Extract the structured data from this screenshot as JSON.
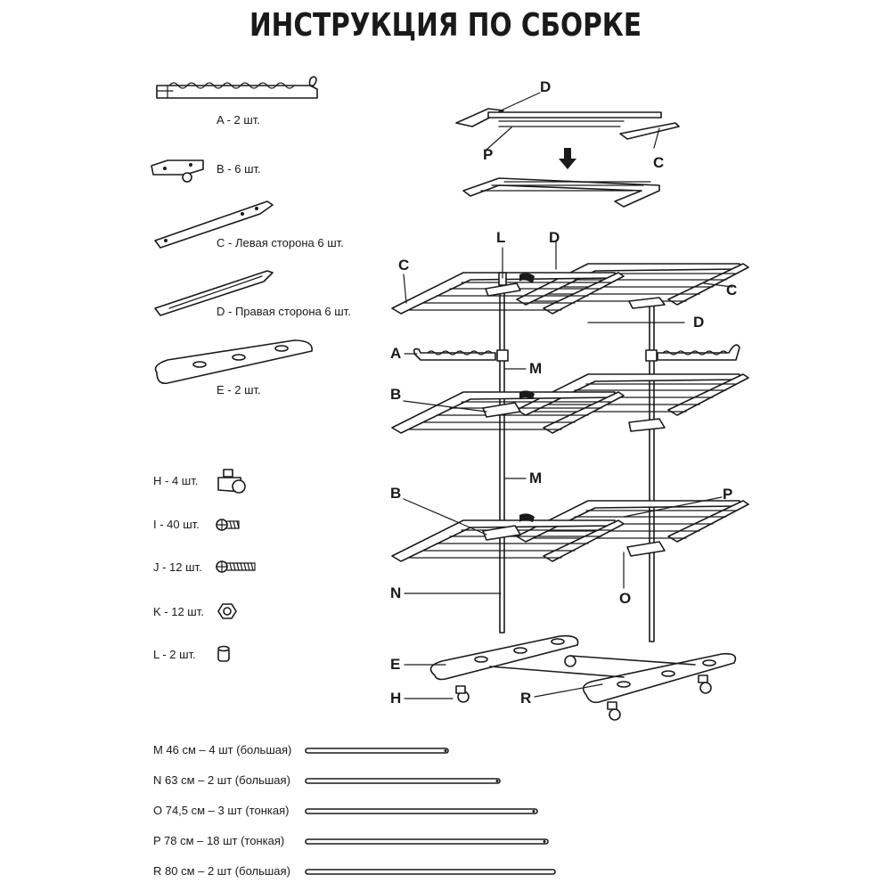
{
  "title": "ИНСТРУКЦИЯ ПО СБОРКЕ",
  "parts": [
    {
      "label": "A - 2 шт."
    },
    {
      "label": "B - 6 шт."
    },
    {
      "label": "C - Левая сторона 6 шт."
    },
    {
      "label": "D - Правая сторона 6 шт."
    },
    {
      "label": "E - 2 шт."
    }
  ],
  "hardware": [
    {
      "label": "H - 4 шт.",
      "icon": "caster-wheel-icon"
    },
    {
      "label": "I - 40 шт.",
      "icon": "short-screw-icon"
    },
    {
      "label": "J - 12 шт.",
      "icon": "long-screw-icon"
    },
    {
      "label": "K - 12 шт.",
      "icon": "hex-nut-icon"
    },
    {
      "label": "L - 2 шт.",
      "icon": "end-cap-icon"
    }
  ],
  "rods": [
    {
      "label": "M 46 см – 4 шт (большая)"
    },
    {
      "label": "N 63 см – 2 шт (большая)"
    },
    {
      "label": "O 74,5 см – 3 шт (тонкая)"
    },
    {
      "label": "P 78 см – 18 шт (тонкая)"
    },
    {
      "label": "R 80 см – 2 шт (большая)"
    }
  ],
  "diagram_labels": {
    "d_top": "D",
    "p_top": "P",
    "c_top": "C",
    "l": "L",
    "d_upper": "D",
    "c_left": "C",
    "c_right": "C",
    "d_mid": "D",
    "a": "A",
    "m_upper": "M",
    "b_upper": "B",
    "m_lower": "M",
    "b_lower": "B",
    "p_lower": "P",
    "n": "N",
    "o": "O",
    "e": "E",
    "h": "H",
    "r": "R"
  },
  "colors": {
    "ink": "#1a1a1a",
    "background": "#ffffff"
  }
}
